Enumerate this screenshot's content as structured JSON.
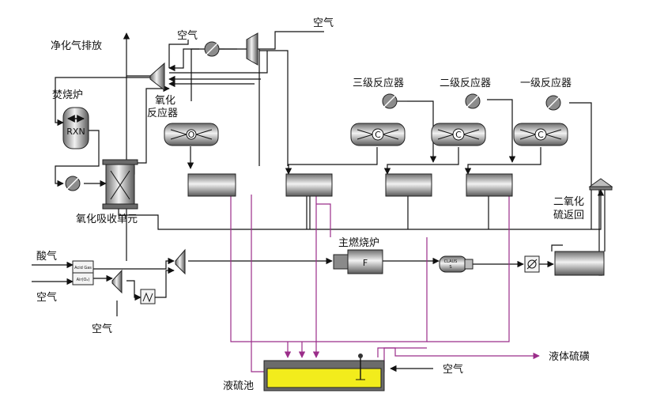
{
  "labels": {
    "purified_gas_vent": "净化气排放",
    "air_top_right": "空气",
    "air_top_left": "空气",
    "incinerator": "焚烧炉",
    "oxidation_reactor_1": "氧化",
    "oxidation_reactor_2": "反应器",
    "reactor_3": "三级反应器",
    "reactor_2": "二级反应器",
    "reactor_1": "一级反应器",
    "oxidation_absorber": "氧化吸收单元",
    "so2_return_1": "二氧化",
    "so2_return_2": "硫返回",
    "acid_gas": "酸气",
    "air_left": "空气",
    "air_bottom": "空气",
    "main_burner": "主燃烧炉",
    "air_pool": "空气",
    "liquid_sulfur": "液体硫磺",
    "sulfur_pit": "液硫池"
  },
  "equipment_text": {
    "rxn": "RXN",
    "oxidation_reactor_mark": "O",
    "catalytic_reactor_mark": "C",
    "burner_mark": "F",
    "claus_1": "CLAUS",
    "claus_2": "S",
    "mixer_acid": "Acid Gas",
    "mixer_air": "Air(O₂)"
  },
  "colors": {
    "line": "#111111",
    "sulfur_line": "#9b2d8a",
    "sulfur_liquid": "#f2ec1c",
    "equipment_dark": "#5a5a5a",
    "equipment_light": "#e6e6e6"
  }
}
